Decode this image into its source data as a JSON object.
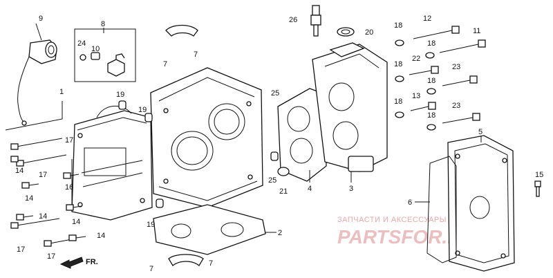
{
  "callouts": [
    {
      "id": "c1",
      "text": "1"
    },
    {
      "id": "c2",
      "text": "2"
    },
    {
      "id": "c3",
      "text": "3"
    },
    {
      "id": "c4",
      "text": "4"
    },
    {
      "id": "c5",
      "text": "5"
    },
    {
      "id": "c6",
      "text": "6"
    },
    {
      "id": "c7a",
      "text": "7"
    },
    {
      "id": "c7b",
      "text": "7"
    },
    {
      "id": "c7c",
      "text": "7"
    },
    {
      "id": "c7d",
      "text": "7"
    },
    {
      "id": "c8",
      "text": "8"
    },
    {
      "id": "c9",
      "text": "9"
    },
    {
      "id": "c10",
      "text": "10"
    },
    {
      "id": "c11",
      "text": "11"
    },
    {
      "id": "c12",
      "text": "12"
    },
    {
      "id": "c13",
      "text": "13"
    },
    {
      "id": "c14a",
      "text": "14"
    },
    {
      "id": "c14b",
      "text": "14"
    },
    {
      "id": "c14c",
      "text": "14"
    },
    {
      "id": "c14d",
      "text": "14"
    },
    {
      "id": "c14e",
      "text": "14"
    },
    {
      "id": "c15",
      "text": "15"
    },
    {
      "id": "c16",
      "text": "16"
    },
    {
      "id": "c17a",
      "text": "17"
    },
    {
      "id": "c17b",
      "text": "17"
    },
    {
      "id": "c17c",
      "text": "17"
    },
    {
      "id": "c17d",
      "text": "17"
    },
    {
      "id": "c18a",
      "text": "18"
    },
    {
      "id": "c18b",
      "text": "18"
    },
    {
      "id": "c18c",
      "text": "18"
    },
    {
      "id": "c18d",
      "text": "18"
    },
    {
      "id": "c18e",
      "text": "18"
    },
    {
      "id": "c18f",
      "text": "18"
    },
    {
      "id": "c19a",
      "text": "19"
    },
    {
      "id": "c19b",
      "text": "19"
    },
    {
      "id": "c19c",
      "text": "19"
    },
    {
      "id": "c20",
      "text": "20"
    },
    {
      "id": "c21",
      "text": "21"
    },
    {
      "id": "c22",
      "text": "22"
    },
    {
      "id": "c23a",
      "text": "23"
    },
    {
      "id": "c23b",
      "text": "23"
    },
    {
      "id": "c24",
      "text": "24"
    },
    {
      "id": "c25a",
      "text": "25"
    },
    {
      "id": "c25b",
      "text": "25"
    },
    {
      "id": "c26",
      "text": "26"
    }
  ],
  "direction_label": "FR.",
  "watermark": {
    "line1": "ЗАПЧАСТИ И АКСЕССУАРЫ ДЛЯ ТЕХНИКИ",
    "line2": "PARTSFOR.RU"
  }
}
